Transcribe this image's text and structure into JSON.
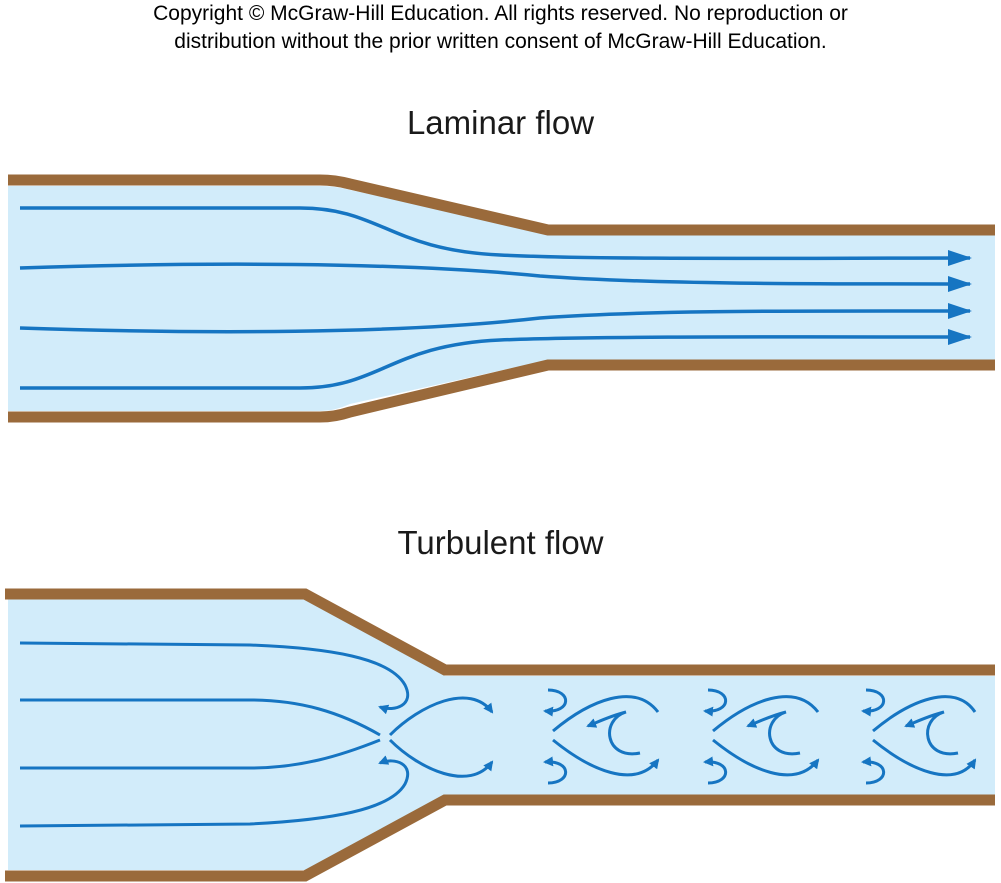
{
  "copyright": {
    "line1": "Copyright © McGraw-Hill Education.  All rights reserved. No reproduction or",
    "line2": "distribution without the prior written consent of McGraw-Hill Education."
  },
  "panels": {
    "laminar": {
      "title": "Laminar flow"
    },
    "turbulent": {
      "title": "Turbulent flow"
    }
  },
  "colors": {
    "wall": "#9a6a3b",
    "fluid": "#d2ecfa",
    "streamline": "#1675c2"
  }
}
